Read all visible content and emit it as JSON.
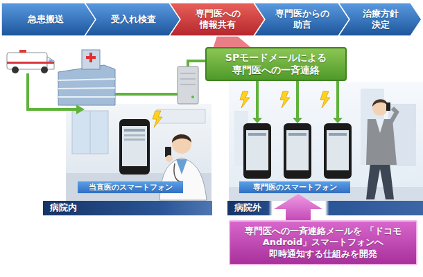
{
  "diagram": {
    "nodes": [
      {
        "text": [
          "急患搬送"
        ]
      },
      {
        "text": [
          "受入れ検査"
        ]
      },
      {
        "text": [
          "専門医への 情報共有"
        ]
      },
      {
        "text": [
          "専門医からの 助言"
        ]
      },
      {
        "text": [
          "治療方針 決定"
        ]
      },
      {
        "text": [
          "SPモードメールによる 専門医への一斉連絡"
        ]
      },
      {
        "text": [
          "当直医のスマートフォン"
        ]
      },
      {
        "text": [
          "専門医のスマートフォン"
        ]
      },
      {
        "text": [
          "病院内"
        ]
      },
      {
        "text": [
          "病院外"
        ]
      },
      {
        "text": [
          "専門医への一斉連絡メールを 「ドコモ Android」スマートフォンへ 即時通知する仕組みを開発"
        ]
      }
    ],
    "edges": [
      {
        "from": 2,
        "to": 5,
        "arrow": "none"
      },
      {
        "from": 10,
        "to": 7,
        "arrow": "to"
      }
    ]
  }
}
